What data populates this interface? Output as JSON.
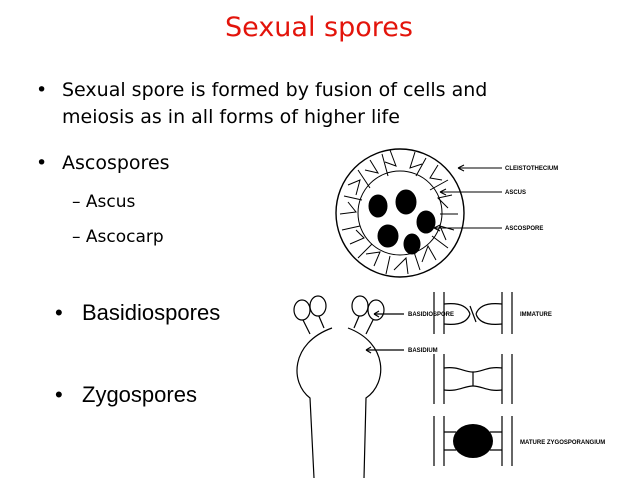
{
  "title": "Sexual spores",
  "bullets": {
    "b1_line1": "Sexual spore is formed by fusion of cells and",
    "b1_line2": "meiosis as in all forms of higher life",
    "b2": "Ascospores",
    "sub1": "– Ascus",
    "sub2": "– Ascocarp",
    "b3": "Basidiospores",
    "b4": "Zygospores",
    "bullet_char": "•"
  },
  "figure_asco": {
    "cleistothecium": "CLEISTOTHECIUM",
    "ascus": "ASCUS",
    "ascospore": "ASCOSPORE"
  },
  "figure_basidio": {
    "basidiospore": "BASIDIOSPORE",
    "basidium": "BASIDIUM"
  },
  "figure_zygo": {
    "immature": "IMMATURE",
    "mature": "MATURE ZYGOSPORANGIUM"
  },
  "colors": {
    "title": "#e3140b",
    "text": "#000000"
  }
}
